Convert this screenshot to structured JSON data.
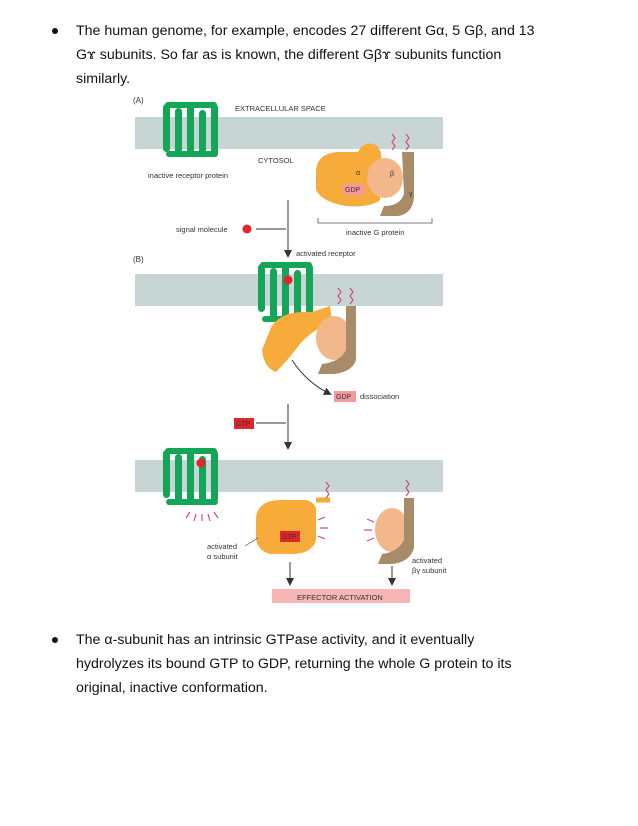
{
  "bullet1": {
    "lines": [
      "The human genome, for example, encodes 27 different Gα, 5 Gβ, and 13",
      "Gɤ subunits. So far as is known, the different Gβɤ subunits function",
      "similarly."
    ]
  },
  "figure": {
    "panel_a": "(A)",
    "panel_b": "(B)",
    "extracellular_space": "EXTRACELLULAR SPACE",
    "cytosol": "CYTOSOL",
    "inactive_receptor_protein": "inactive receptor protein",
    "alpha": "α",
    "beta": "β",
    "gamma": "γ",
    "gdp": "GDP",
    "inactive_g_protein": "inactive G protein",
    "signal_molecule": "signal molecule",
    "activated_receptor": "activated receptor",
    "gdp_dissociation": "dissociation",
    "gtp": "GTP",
    "activated_alpha_line1": "activated",
    "activated_alpha_line2": "α subunit",
    "activated_bg_line1": "activated",
    "activated_bg_line2": "βγ subunit",
    "effector_activation": "EFFECTOR ACTIVATION"
  },
  "bullet2": {
    "lines": [
      "The α-subunit has an intrinsic GTPase activity, and it eventually",
      "hydrolyzes its bound GTP to GDP, returning the whole G protein to its",
      "original, inactive conformation."
    ]
  },
  "colors": {
    "membrane": "#c7d6d4",
    "receptor": "#13a558",
    "alpha": "#f6ab3a",
    "beta": "#f2b88c",
    "gamma": "#a88b67",
    "signal": "#e0262b",
    "label_box": "#f59a9a",
    "effector_box": "#f6b6b6"
  }
}
